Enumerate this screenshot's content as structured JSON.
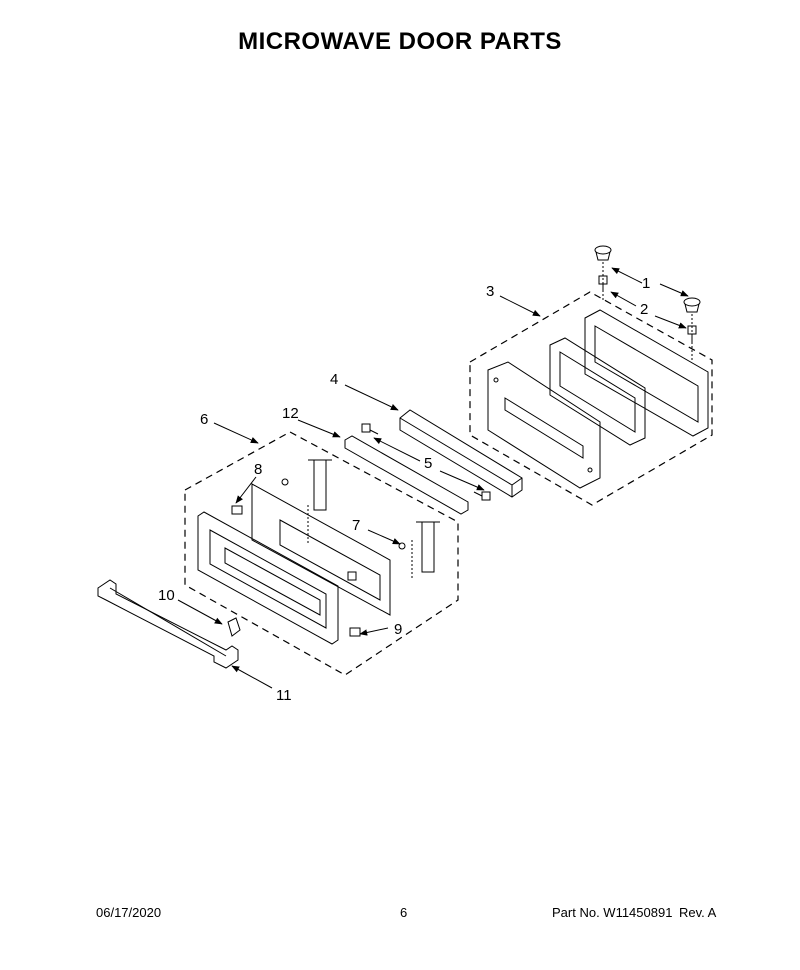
{
  "title": "MICROWAVE DOOR PARTS",
  "callouts": [
    "1",
    "2",
    "3",
    "4",
    "5",
    "6",
    "7",
    "8",
    "9",
    "10",
    "11",
    "12"
  ],
  "footer": {
    "date": "06/17/2020",
    "page": "6",
    "part_no": "Part No.  W11450891",
    "rev": "Rev.  A"
  }
}
